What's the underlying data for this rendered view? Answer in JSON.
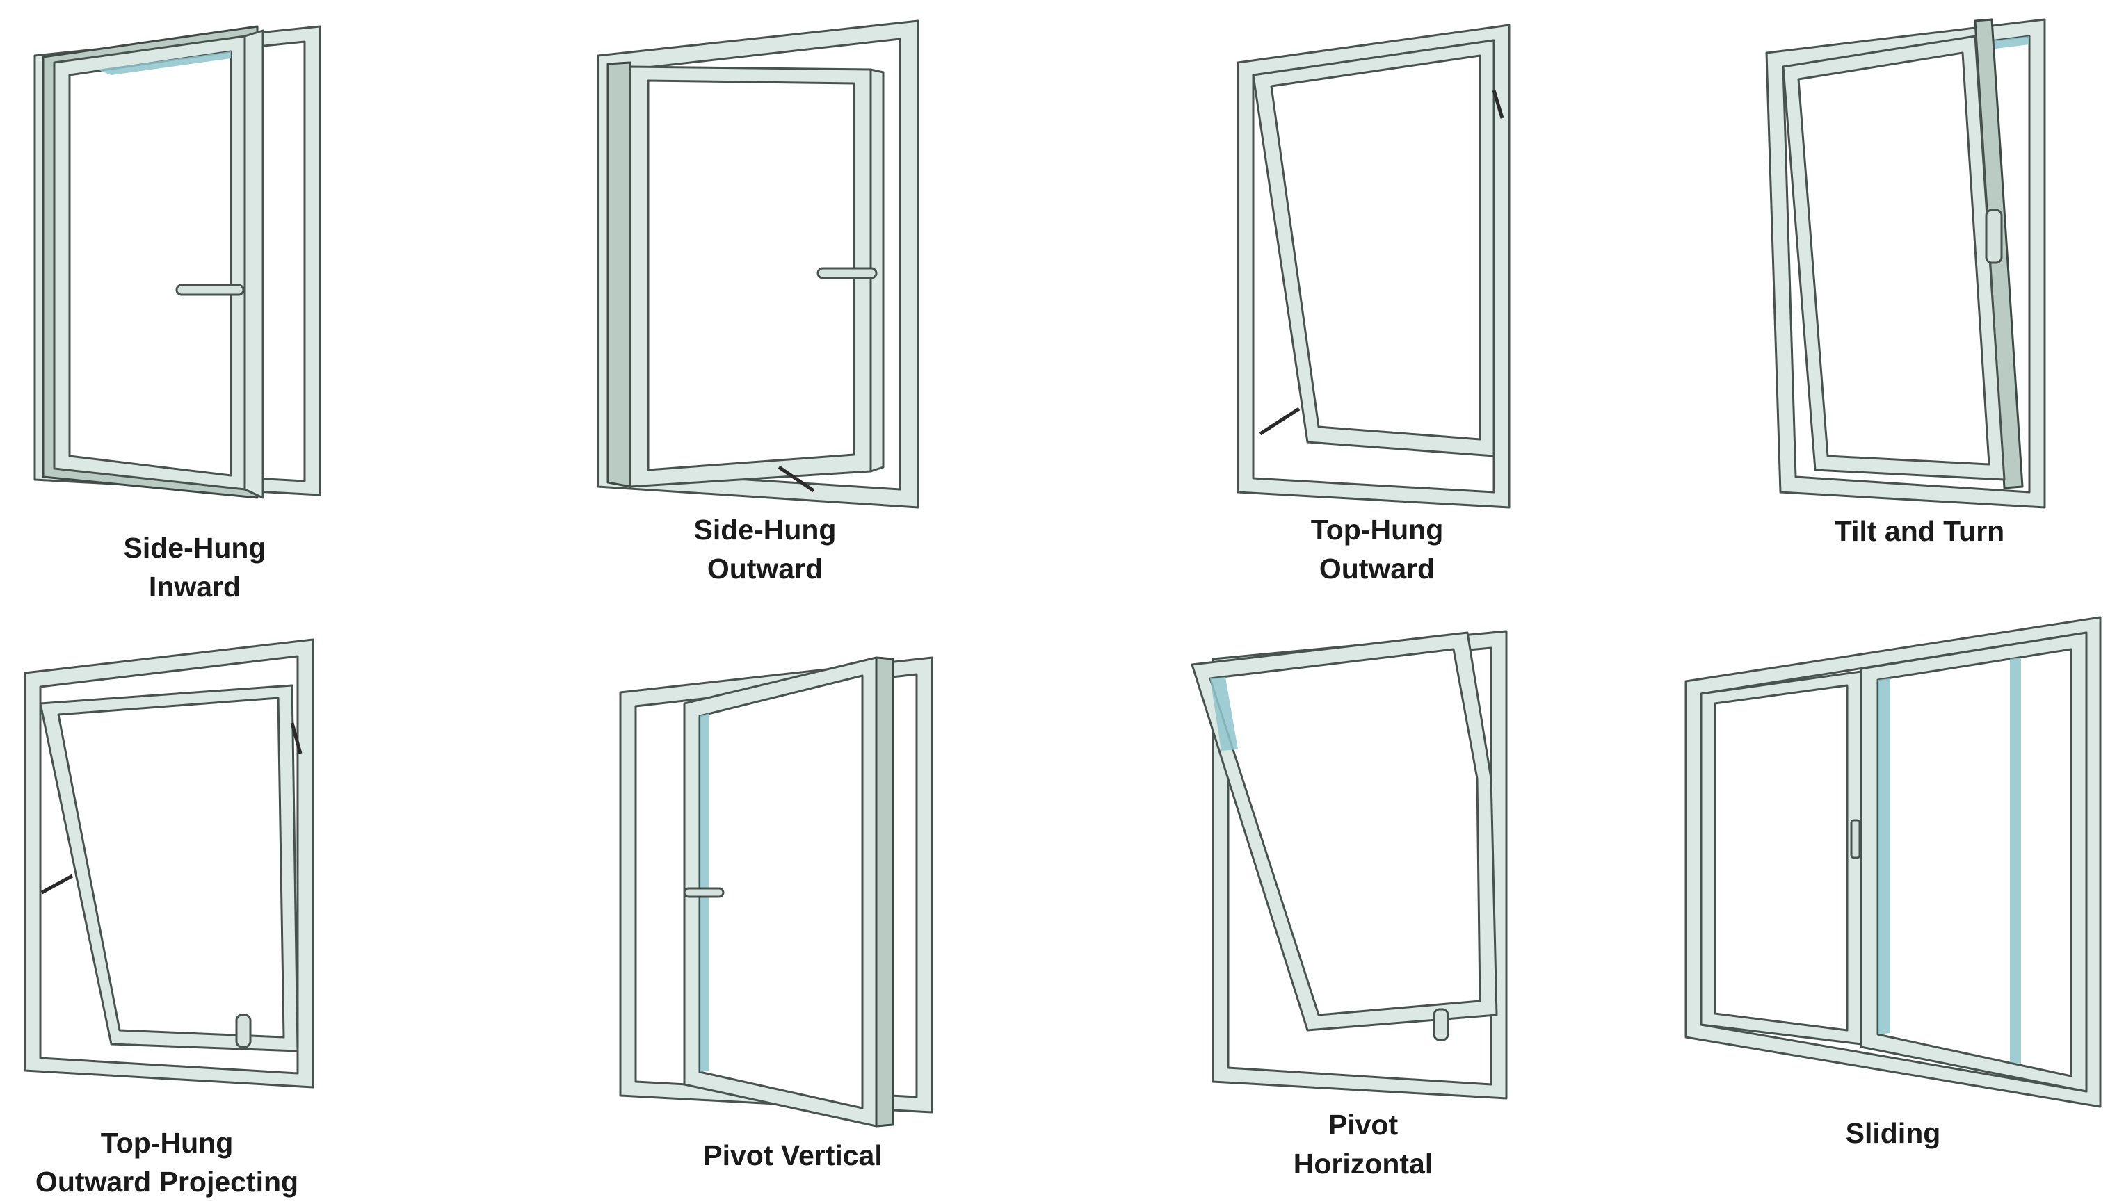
{
  "colors": {
    "frame": "#dce8e3",
    "frame_shadow": "#b9cbc3",
    "outline": "#48534f",
    "glass_tint": "#8fc4cc",
    "background": "#ffffff",
    "caption_text": "#1a1a1a"
  },
  "windows": [
    {
      "id": "side-hung-inward",
      "caption_lines": [
        "Side-Hung",
        "Inward"
      ]
    },
    {
      "id": "side-hung-outward",
      "caption_lines": [
        "Side-Hung",
        "Outward"
      ]
    },
    {
      "id": "top-hung-outward",
      "caption_lines": [
        "Top-Hung",
        "Outward"
      ]
    },
    {
      "id": "tilt-and-turn",
      "caption_lines": [
        "Tilt and Turn"
      ]
    },
    {
      "id": "top-hung-outward-projecting",
      "caption_lines": [
        "Top-Hung",
        "Outward Projecting"
      ]
    },
    {
      "id": "pivot-vertical",
      "caption_lines": [
        "Pivot Vertical"
      ]
    },
    {
      "id": "pivot-horizontal",
      "caption_lines": [
        "Pivot",
        "Horizontal"
      ]
    },
    {
      "id": "sliding",
      "caption_lines": [
        "Sliding"
      ]
    }
  ]
}
